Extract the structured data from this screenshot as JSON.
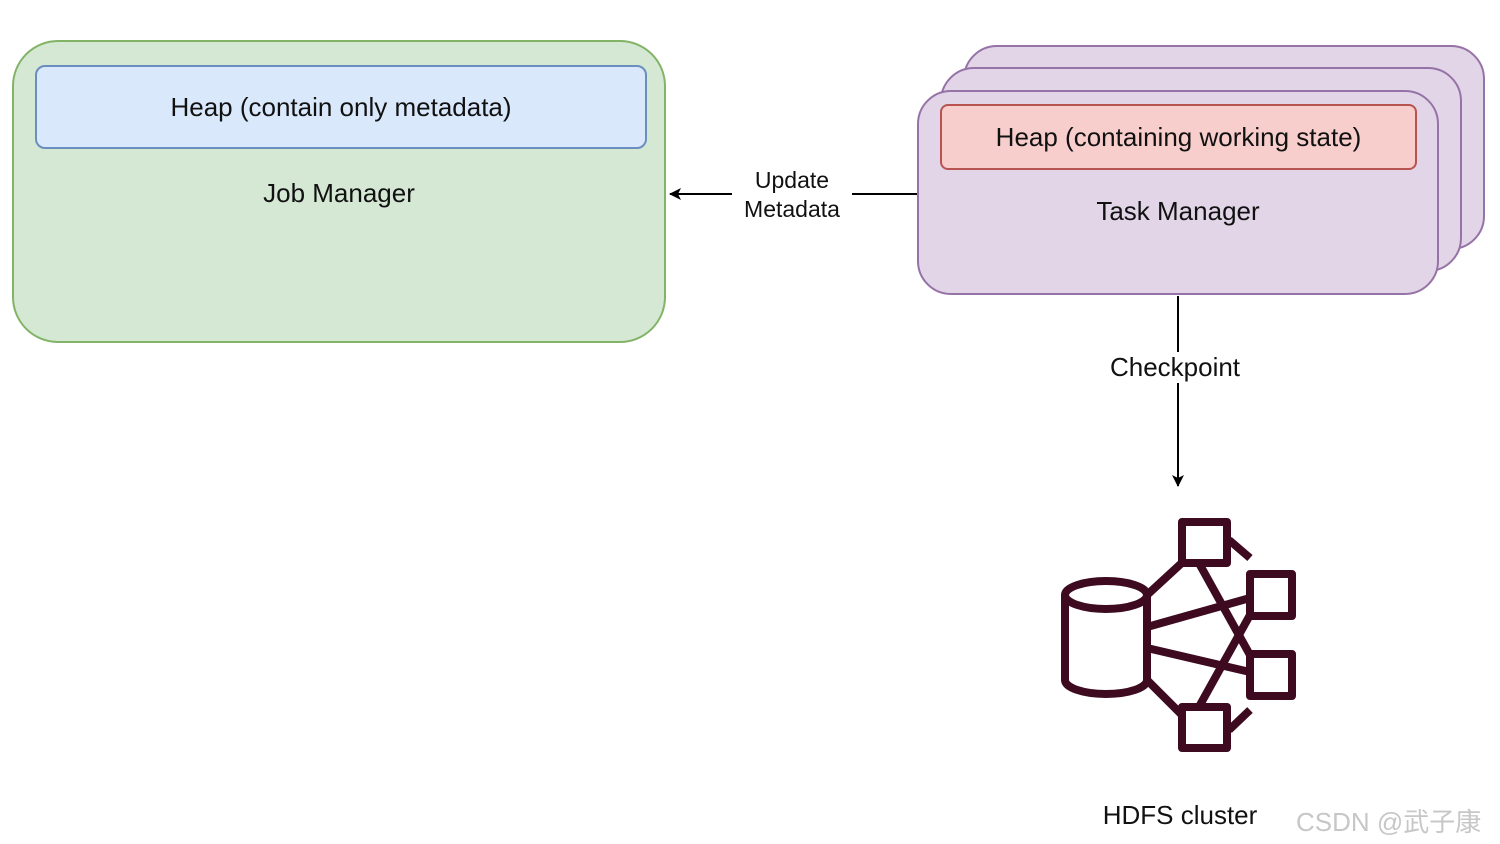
{
  "job_manager": {
    "heap_label": "Heap (contain only metadata)",
    "label": "Job Manager"
  },
  "task_manager": {
    "heap_label": "Heap (containing working state)",
    "label": "Task Manager"
  },
  "edges": {
    "update_metadata": {
      "line1": "Update",
      "line2": "Metadata"
    },
    "checkpoint": "Checkpoint"
  },
  "hdfs": {
    "label": "HDFS cluster",
    "icon": "hdfs-cluster-icon",
    "icon_color": "#3d0a1f"
  },
  "watermark": "CSDN @武子康",
  "colors": {
    "job_manager_fill": "#d5e8d4",
    "job_manager_stroke": "#82b366",
    "jm_heap_fill": "#dae8fc",
    "jm_heap_stroke": "#6c8ebf",
    "task_manager_fill": "#e1d5e7",
    "task_manager_stroke": "#9673a6",
    "tm_heap_fill": "#f8cecc",
    "tm_heap_stroke": "#b85450"
  }
}
